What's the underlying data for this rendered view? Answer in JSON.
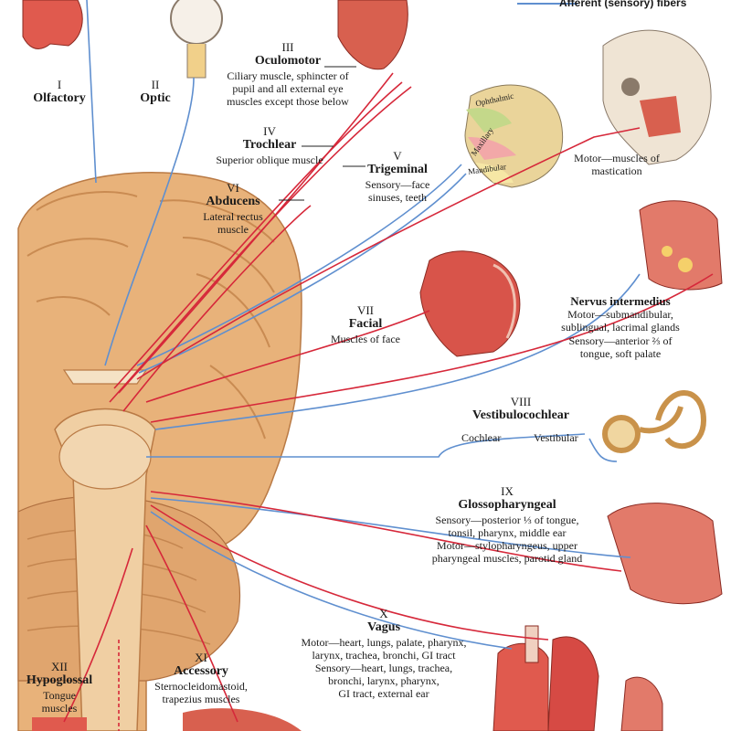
{
  "legend": {
    "afferent": "Afferent (sensory) fibers"
  },
  "colors": {
    "motor": "#d6283a",
    "sensory": "#5f8fcf",
    "brain": "#e8b27a",
    "tissue": "#e05a4e"
  },
  "nerves": {
    "I": {
      "num": "I",
      "name": "Olfactory"
    },
    "II": {
      "num": "II",
      "name": "Optic"
    },
    "III": {
      "num": "III",
      "name": "Oculomotor",
      "desc": [
        "Ciliary muscle, sphincter of",
        "pupil and all external eye",
        "muscles except those below"
      ]
    },
    "IV": {
      "num": "IV",
      "name": "Trochlear",
      "desc": [
        "Superior oblique muscle"
      ]
    },
    "V": {
      "num": "V",
      "name": "Trigeminal",
      "desc": [
        "Sensory—face",
        "sinuses, teeth"
      ],
      "motor": [
        "Motor—muscles of",
        "mastication"
      ],
      "zones": [
        "Ophthalmic",
        "Maxillary",
        "Mandibular"
      ]
    },
    "VI": {
      "num": "VI",
      "name": "Abducens",
      "desc": [
        "Lateral rectus",
        "muscle"
      ]
    },
    "VII": {
      "num": "VII",
      "name": "Facial",
      "desc": [
        "Muscles of face"
      ]
    },
    "NI": {
      "name": "Nervus intermedius",
      "desc": [
        "Motor—submandibular,",
        "sublingual, lacrimal glands",
        "Sensory—anterior ⅔ of",
        "tongue, soft palate"
      ]
    },
    "VIII": {
      "num": "VIII",
      "name": "Vestibulocochlear",
      "cochlear": "Cochlear",
      "vestibular": "Vestibular"
    },
    "IX": {
      "num": "IX",
      "name": "Glossopharyngeal",
      "desc": [
        "Sensory—posterior ⅓ of tongue,",
        "tonsil, pharynx, middle ear",
        "Motor—stylopharyngeus, upper",
        "pharyngeal muscles, parotid gland"
      ]
    },
    "X": {
      "num": "X",
      "name": "Vagus",
      "desc": [
        "Motor—heart, lungs, palate, pharynx,",
        "larynx, trachea, bronchi, GI tract",
        "Sensory—heart, lungs, trachea,",
        "bronchi, larynx, pharynx,",
        "GI tract, external ear"
      ]
    },
    "XI": {
      "num": "XI",
      "name": "Accessory",
      "desc": [
        "Sternocleidomastoid,",
        "trapezius muscles"
      ]
    },
    "XII": {
      "num": "XII",
      "name": "Hypoglossal",
      "desc": [
        "Tongue",
        "muscles"
      ]
    }
  }
}
